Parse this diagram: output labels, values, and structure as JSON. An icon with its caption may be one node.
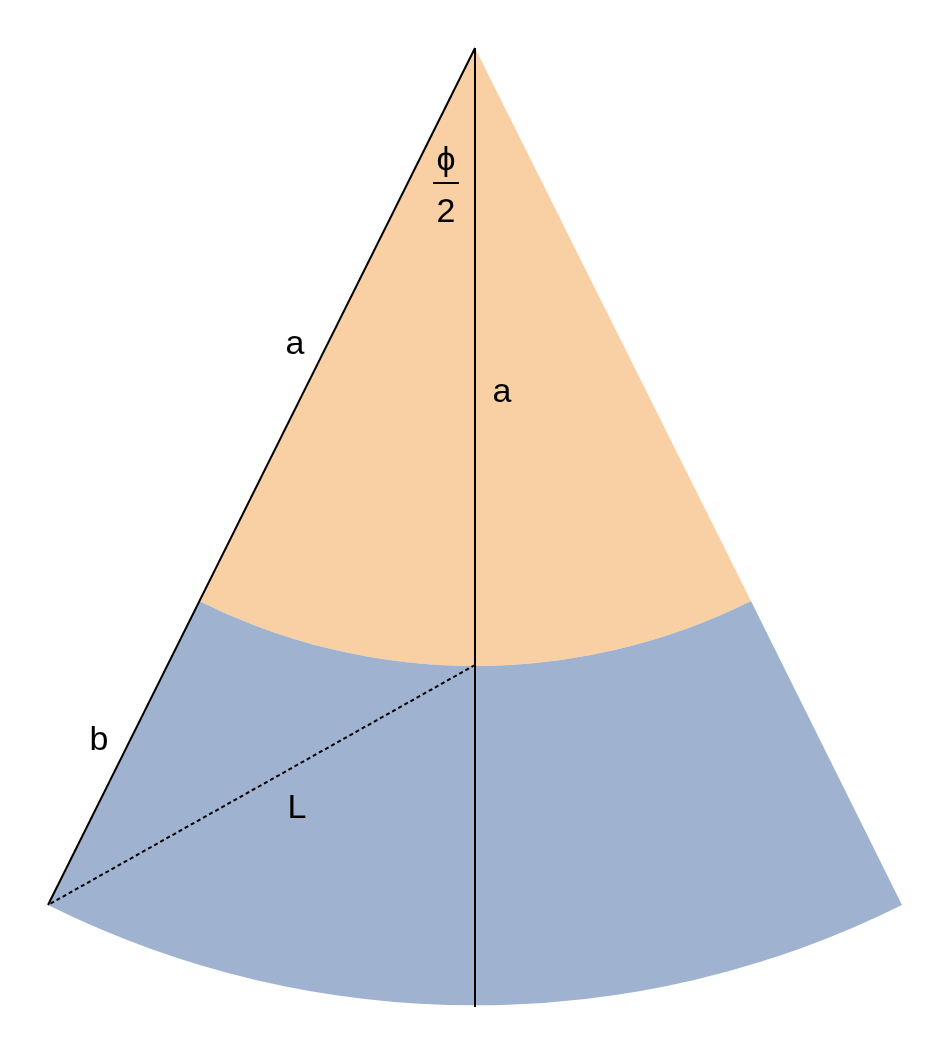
{
  "diagram": {
    "labels": [
      "ϕ",
      "2",
      "a",
      "a",
      "b",
      "L"
    ]
  }
}
